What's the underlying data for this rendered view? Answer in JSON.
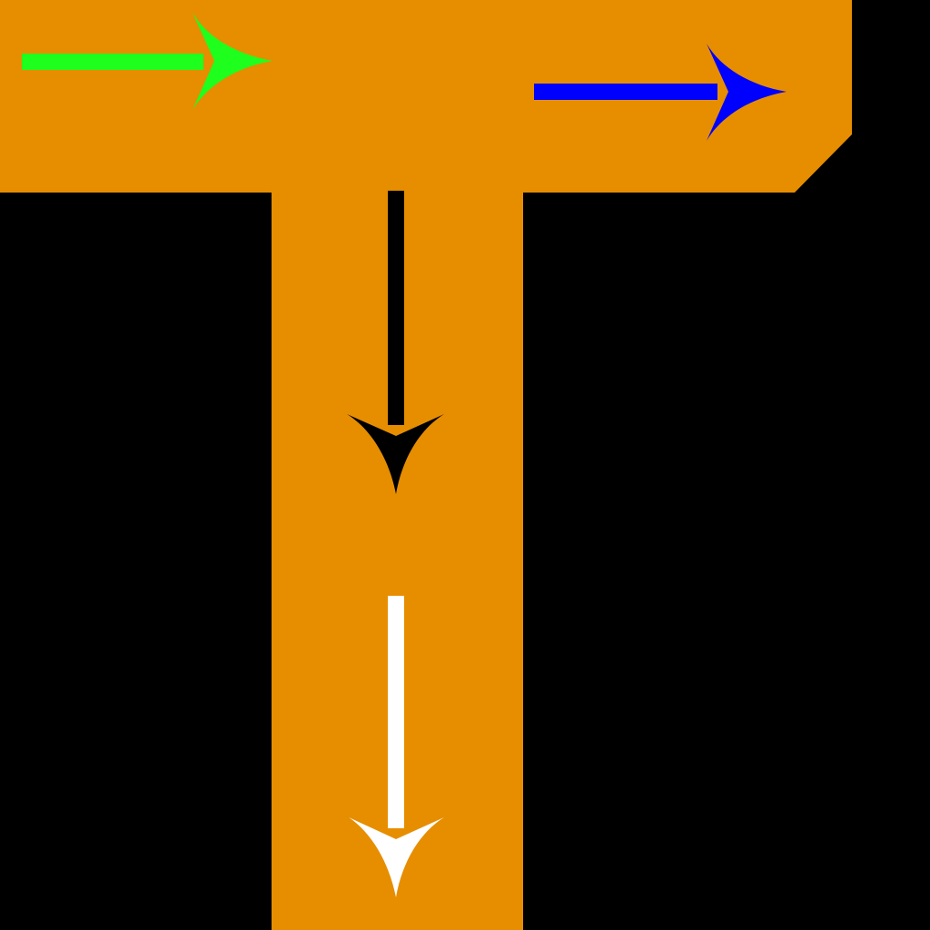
{
  "diagram": {
    "background_color": "#000000",
    "path_color": "#E68E00",
    "shape": "t-junction",
    "arrows": [
      {
        "id": "arrow-green",
        "direction": "right",
        "color": "#1EFF1E"
      },
      {
        "id": "arrow-blue",
        "direction": "right",
        "color": "#0000FF"
      },
      {
        "id": "arrow-black",
        "direction": "down",
        "color": "#000000"
      },
      {
        "id": "arrow-white",
        "direction": "down",
        "color": "#FFFFFF"
      }
    ]
  }
}
